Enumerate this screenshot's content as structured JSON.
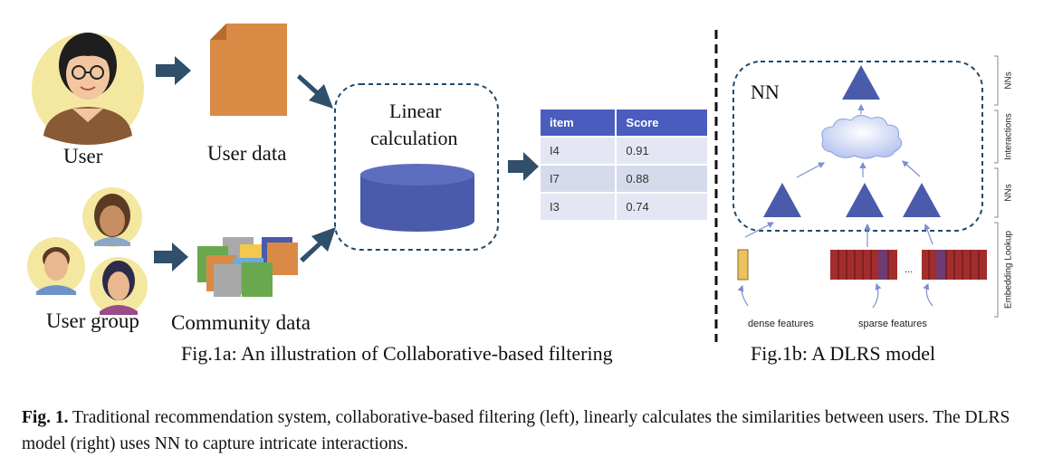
{
  "left": {
    "user_label": "User",
    "user_data_label": "User data",
    "user_group_label": "User group",
    "community_data_label": "Community data",
    "linear_box_label_line1": "Linear",
    "linear_box_label_line2": "calculation",
    "table": {
      "headers": [
        "item",
        "Score"
      ],
      "rows": [
        [
          "I4",
          "0.91"
        ],
        [
          "I7",
          "0.88"
        ],
        [
          "I3",
          "0.74"
        ]
      ]
    },
    "subfigure_caption": "Fig.1a: An illustration of Collaborative-based filtering"
  },
  "right": {
    "nn_label": "NN",
    "side_labels": [
      "NNs",
      "Interactions",
      "NNs",
      "Embedding Lookup"
    ],
    "dense_features_label": "dense features",
    "sparse_features_label": "sparse features",
    "ellipsis": "...",
    "subfigure_caption": "Fig.1b: A DLRS model"
  },
  "caption": {
    "label": "Fig. 1.",
    "text": " Traditional recommendation system, collaborative-based filtering (left), linearly calculates the similarities between users. The DLRS model (right) uses NN to capture intricate interactions."
  },
  "colors": {
    "arrow": "#2f4f6b",
    "nn_triangle": "#4a5bab",
    "cylinder": "#4a5bab",
    "document_orange": "#d98a45",
    "table_header": "#4a5dbf",
    "sparse_embedding": "#a32d2d",
    "dense_embedding": "#ebc25d"
  }
}
